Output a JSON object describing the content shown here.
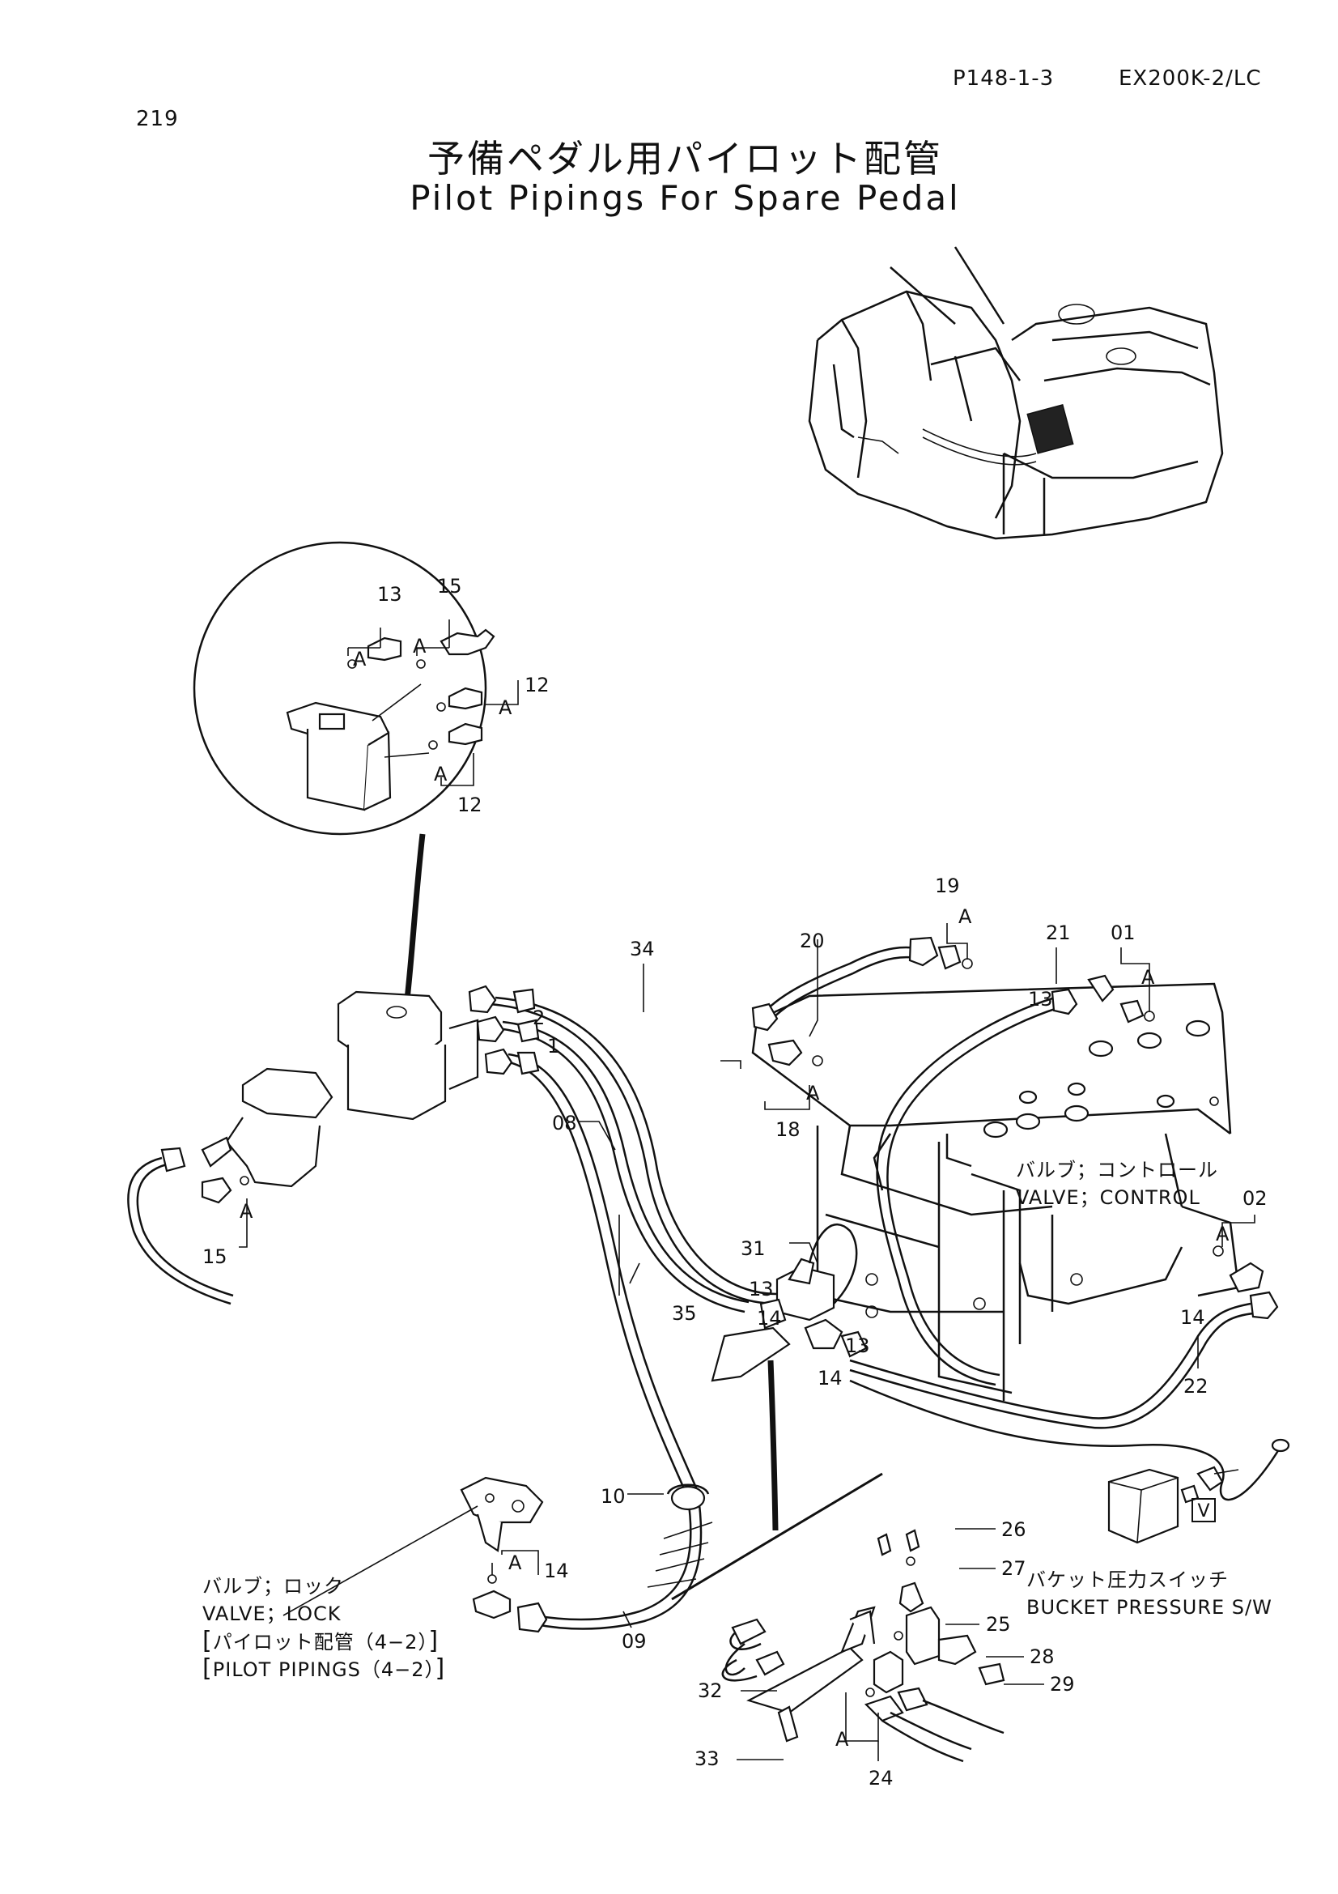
{
  "header": {
    "page_number": "219",
    "doc_code": "P148-1-3",
    "model": "EX200K-2/LC"
  },
  "title": {
    "japanese": "予備ペダル用パイロット配管",
    "english": "Pilot Pipings For Spare Pedal"
  },
  "callouts": {
    "c01": "01",
    "c02": "02",
    "c08": "08",
    "c09": "09",
    "c10": "10",
    "c12a": "12",
    "c12b": "12",
    "c13a": "13",
    "c13b": "13",
    "c13c": "13",
    "c13d": "13",
    "c14a": "14",
    "c14b": "14",
    "c14c": "14",
    "c14d": "14",
    "c15a": "15",
    "c15b": "15",
    "c18": "18",
    "c19": "19",
    "c20": "20",
    "c21": "21",
    "c22": "22",
    "c24": "24",
    "c25": "25",
    "c26": "26",
    "c27": "27",
    "c28": "28",
    "c29": "29",
    "c31": "31",
    "c32": "32",
    "c33": "33",
    "c34": "34",
    "c35": "35",
    "port1": "1",
    "port2": "2"
  },
  "marks": {
    "A": "A",
    "V": "V"
  },
  "notes": {
    "valve_control_jp": "バルブ；コントロール",
    "valve_control_en": "VALVE；CONTROL",
    "valve_lock_jp": "バルブ；ロック",
    "valve_lock_en": "VALVE；LOCK",
    "pilot_piping_jp": "パイロット配管（4−2）",
    "pilot_piping_en": "PILOT PIPINGS（4−2）",
    "bucket_sw_jp": "バケット圧力スイッチ",
    "bucket_sw_en": "BUCKET PRESSURE S/W"
  }
}
